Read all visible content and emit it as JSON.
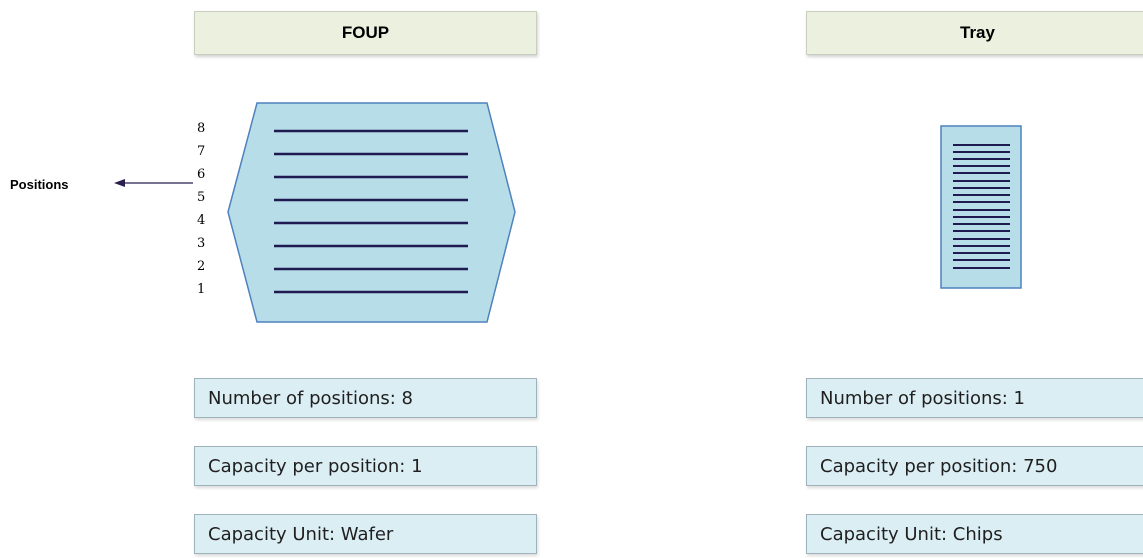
{
  "foup": {
    "title": "FOUP",
    "position_numbers": [
      "8",
      "7",
      "6",
      "5",
      "4",
      "3",
      "2",
      "1"
    ],
    "positions_label": "Positions",
    "number_of_positions": "Number of positions: 8",
    "capacity_per_position": "Capacity per position: 1",
    "capacity_unit": "Capacity Unit: Wafer"
  },
  "tray": {
    "title": "Tray",
    "number_of_positions": "Number of positions: 1",
    "capacity_per_position": "Capacity per position: 750",
    "capacity_unit": "Capacity Unit: Chips"
  },
  "colors": {
    "header_fill": "#ebf1de",
    "info_fill": "#dbeef4",
    "container_fill": "#b6dde8",
    "container_stroke": "#4f81bd",
    "slot_line": "#1f1a4f"
  }
}
